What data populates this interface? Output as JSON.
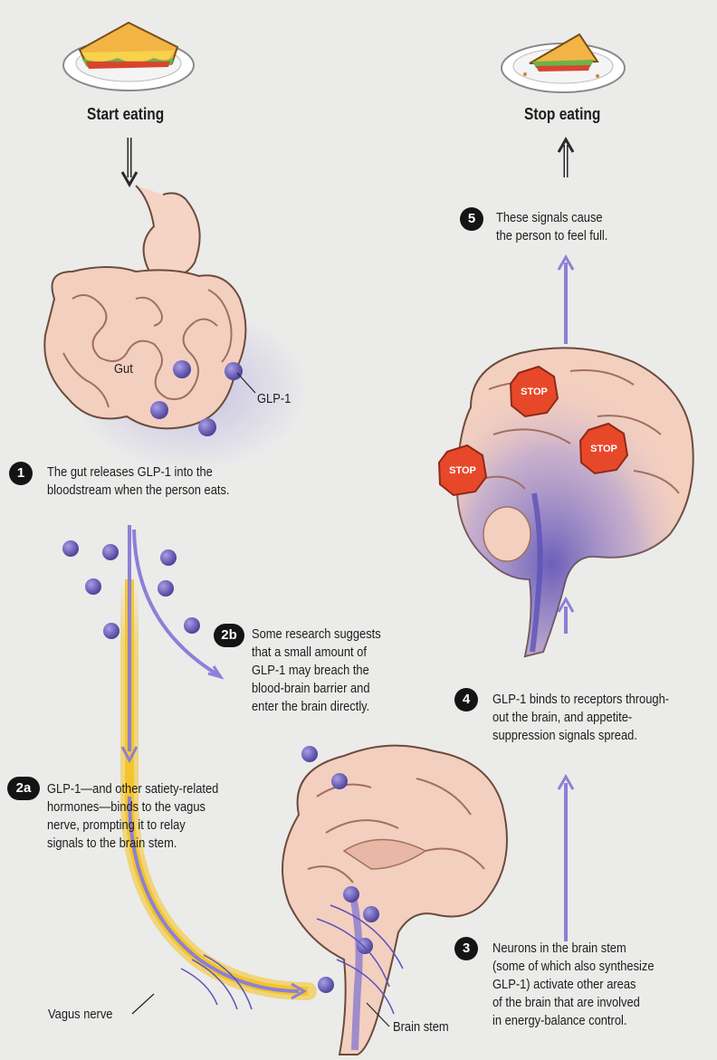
{
  "top": {
    "start_label": "Start eating",
    "stop_label": "Stop eating"
  },
  "labels": {
    "gut": "Gut",
    "glp1": "GLP-1",
    "vagus_nerve": "Vagus nerve",
    "brain_stem": "Brain stem"
  },
  "steps": {
    "s1": {
      "badge": "1",
      "lines": [
        "The gut releases GLP-1 into the",
        "bloodstream when the person eats."
      ]
    },
    "s2a": {
      "badge": "2a",
      "lines": [
        "GLP-1—and other satiety-related",
        "hormones—binds to the vagus",
        "nerve, prompting it to relay",
        "signals to the brain stem."
      ]
    },
    "s2b": {
      "badge": "2b",
      "lines": [
        "Some research suggests",
        "that a small amount of",
        "GLP-1 may breach the",
        "blood-brain barrier and",
        "enter the brain directly."
      ]
    },
    "s3": {
      "badge": "3",
      "lines": [
        "Neurons in the brain stem",
        "(some of which also synthesize",
        "GLP-1) activate other areas",
        "of the brain that are involved",
        "in energy-balance control."
      ]
    },
    "s4": {
      "badge": "4",
      "lines": [
        "GLP-1 binds to receptors through-",
        "out the brain, and appetite-",
        "suppression signals spread."
      ]
    },
    "s5": {
      "badge": "5",
      "lines": [
        "These signals cause",
        "the person to feel full."
      ]
    }
  },
  "stop_signs": [
    "STOP",
    "STOP",
    "STOP"
  ],
  "colors": {
    "background": "#ebebea",
    "glp1_molecule": "#6f64b8",
    "arrow": "#9a90dd",
    "nerve": "#f5c21b",
    "brain": "#f3cfc0",
    "stop": "#e8482a"
  }
}
